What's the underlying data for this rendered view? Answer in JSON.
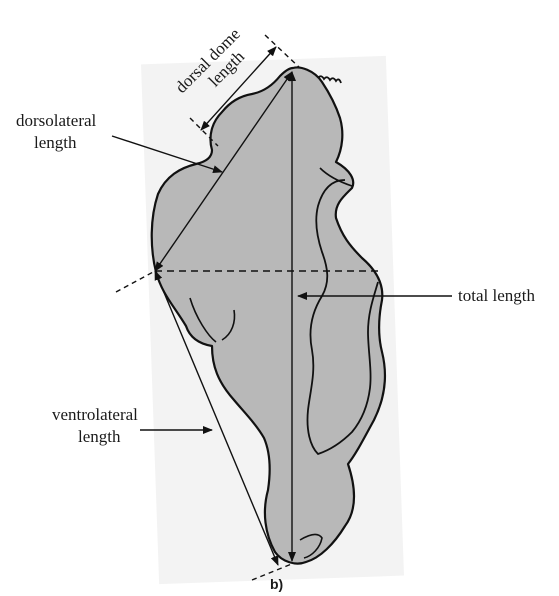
{
  "figure": {
    "panel_label": "b)",
    "labels": {
      "dorsal_dome_line1": "dorsal dome",
      "dorsal_dome_line2": "length",
      "dorsolateral_line1": "dorsolateral",
      "dorsolateral_line2": "length",
      "total_length": "total length",
      "ventrolateral_line1": "ventrolateral",
      "ventrolateral_line2": "length"
    },
    "colors": {
      "fill": "#b8b8b8",
      "stroke": "#111111"
    }
  }
}
